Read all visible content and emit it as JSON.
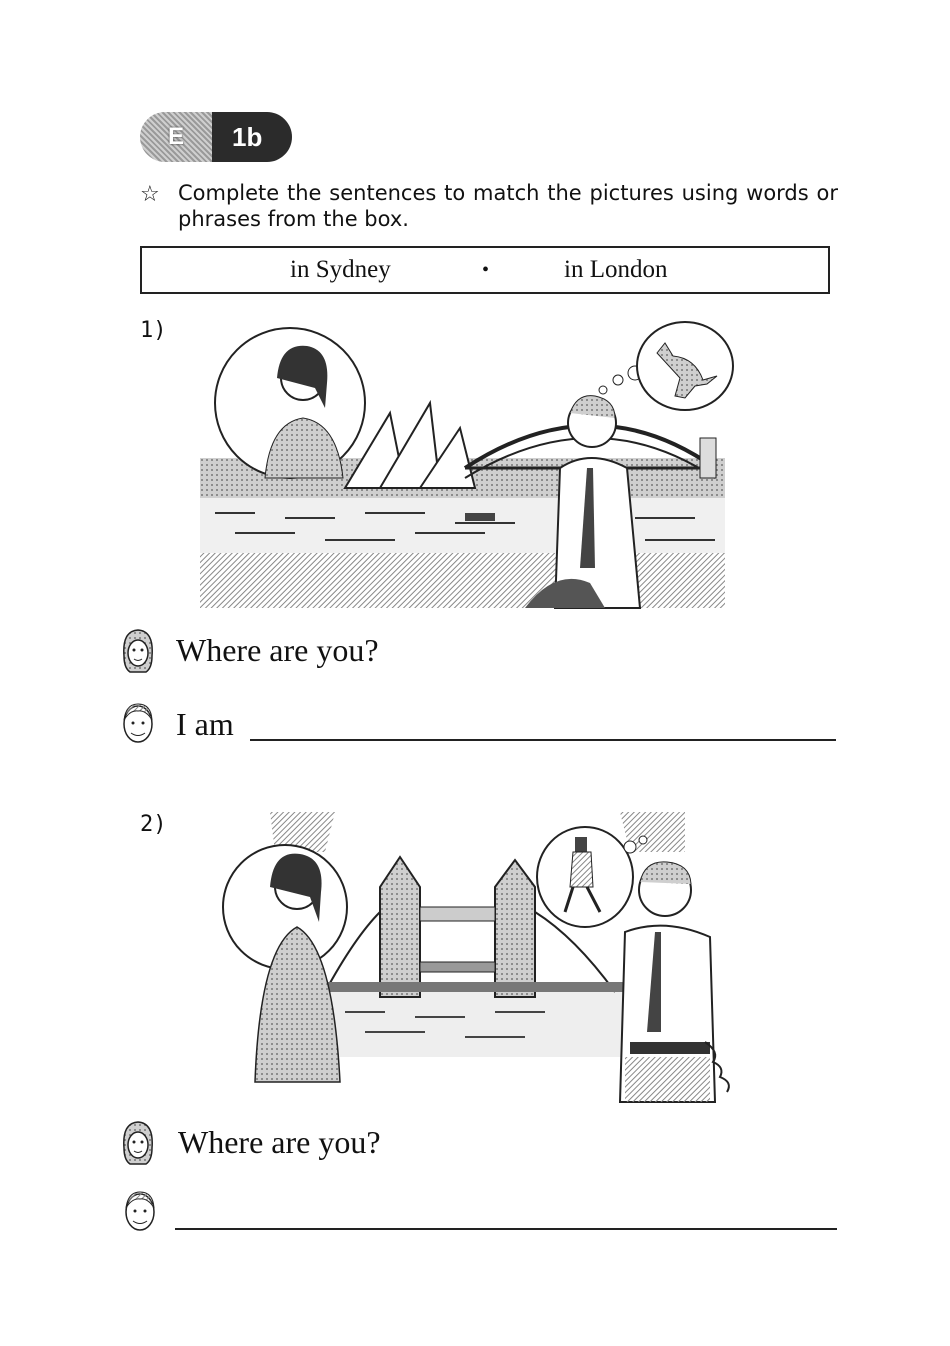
{
  "badge": {
    "letter": "E",
    "code": "1b"
  },
  "instructions": "Complete the sentences to match the pictures using words or phrases from the box.",
  "word_box": {
    "options": [
      "in Sydney",
      "in London"
    ],
    "separator": "•"
  },
  "exercises": [
    {
      "number": "1)",
      "question": "Where are you?",
      "answer_prefix": "I am"
    },
    {
      "number": "2)",
      "question": "Where are you?",
      "answer_prefix": ""
    }
  ],
  "icons": {
    "instruction": "star-icon",
    "speaker_woman": "woman-face-icon",
    "speaker_man": "man-face-icon"
  }
}
